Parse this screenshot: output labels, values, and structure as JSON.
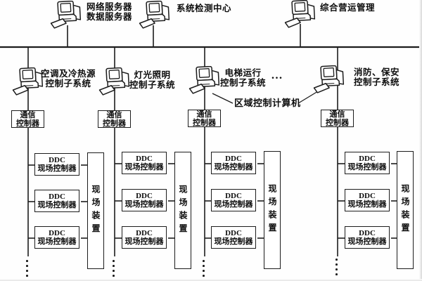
{
  "colors": {
    "line": "#1c1c1c",
    "text": "#0d0d0d",
    "background": "#ffffff"
  },
  "top_row": [
    {
      "name": "network-data-server",
      "label": "网络服务器\n数据服务器"
    },
    {
      "name": "system-detection-center",
      "label": "系统检测中心"
    },
    {
      "name": "integrated-operation-mgmt",
      "label": "综合营运管理"
    }
  ],
  "subsystems": [
    {
      "name": "hvac-subsystem",
      "label": "空调及冷热源\n控制子系统"
    },
    {
      "name": "lighting-subsystem",
      "label": "灯光照明\n控制子系统"
    },
    {
      "name": "elevator-subsystem",
      "label": "电梯运行\n控制子系统"
    },
    {
      "name": "fire-security-subsystem",
      "label": "消防、保安\n控制子系统"
    }
  ],
  "area_control_computer_label": "区域控制计算机",
  "horizontal_ellipsis": "...",
  "comm_controller_label": "通信\n控制器",
  "ddc_controller_label": "DDC\n现场控制器",
  "field_device_label": "现场装置"
}
